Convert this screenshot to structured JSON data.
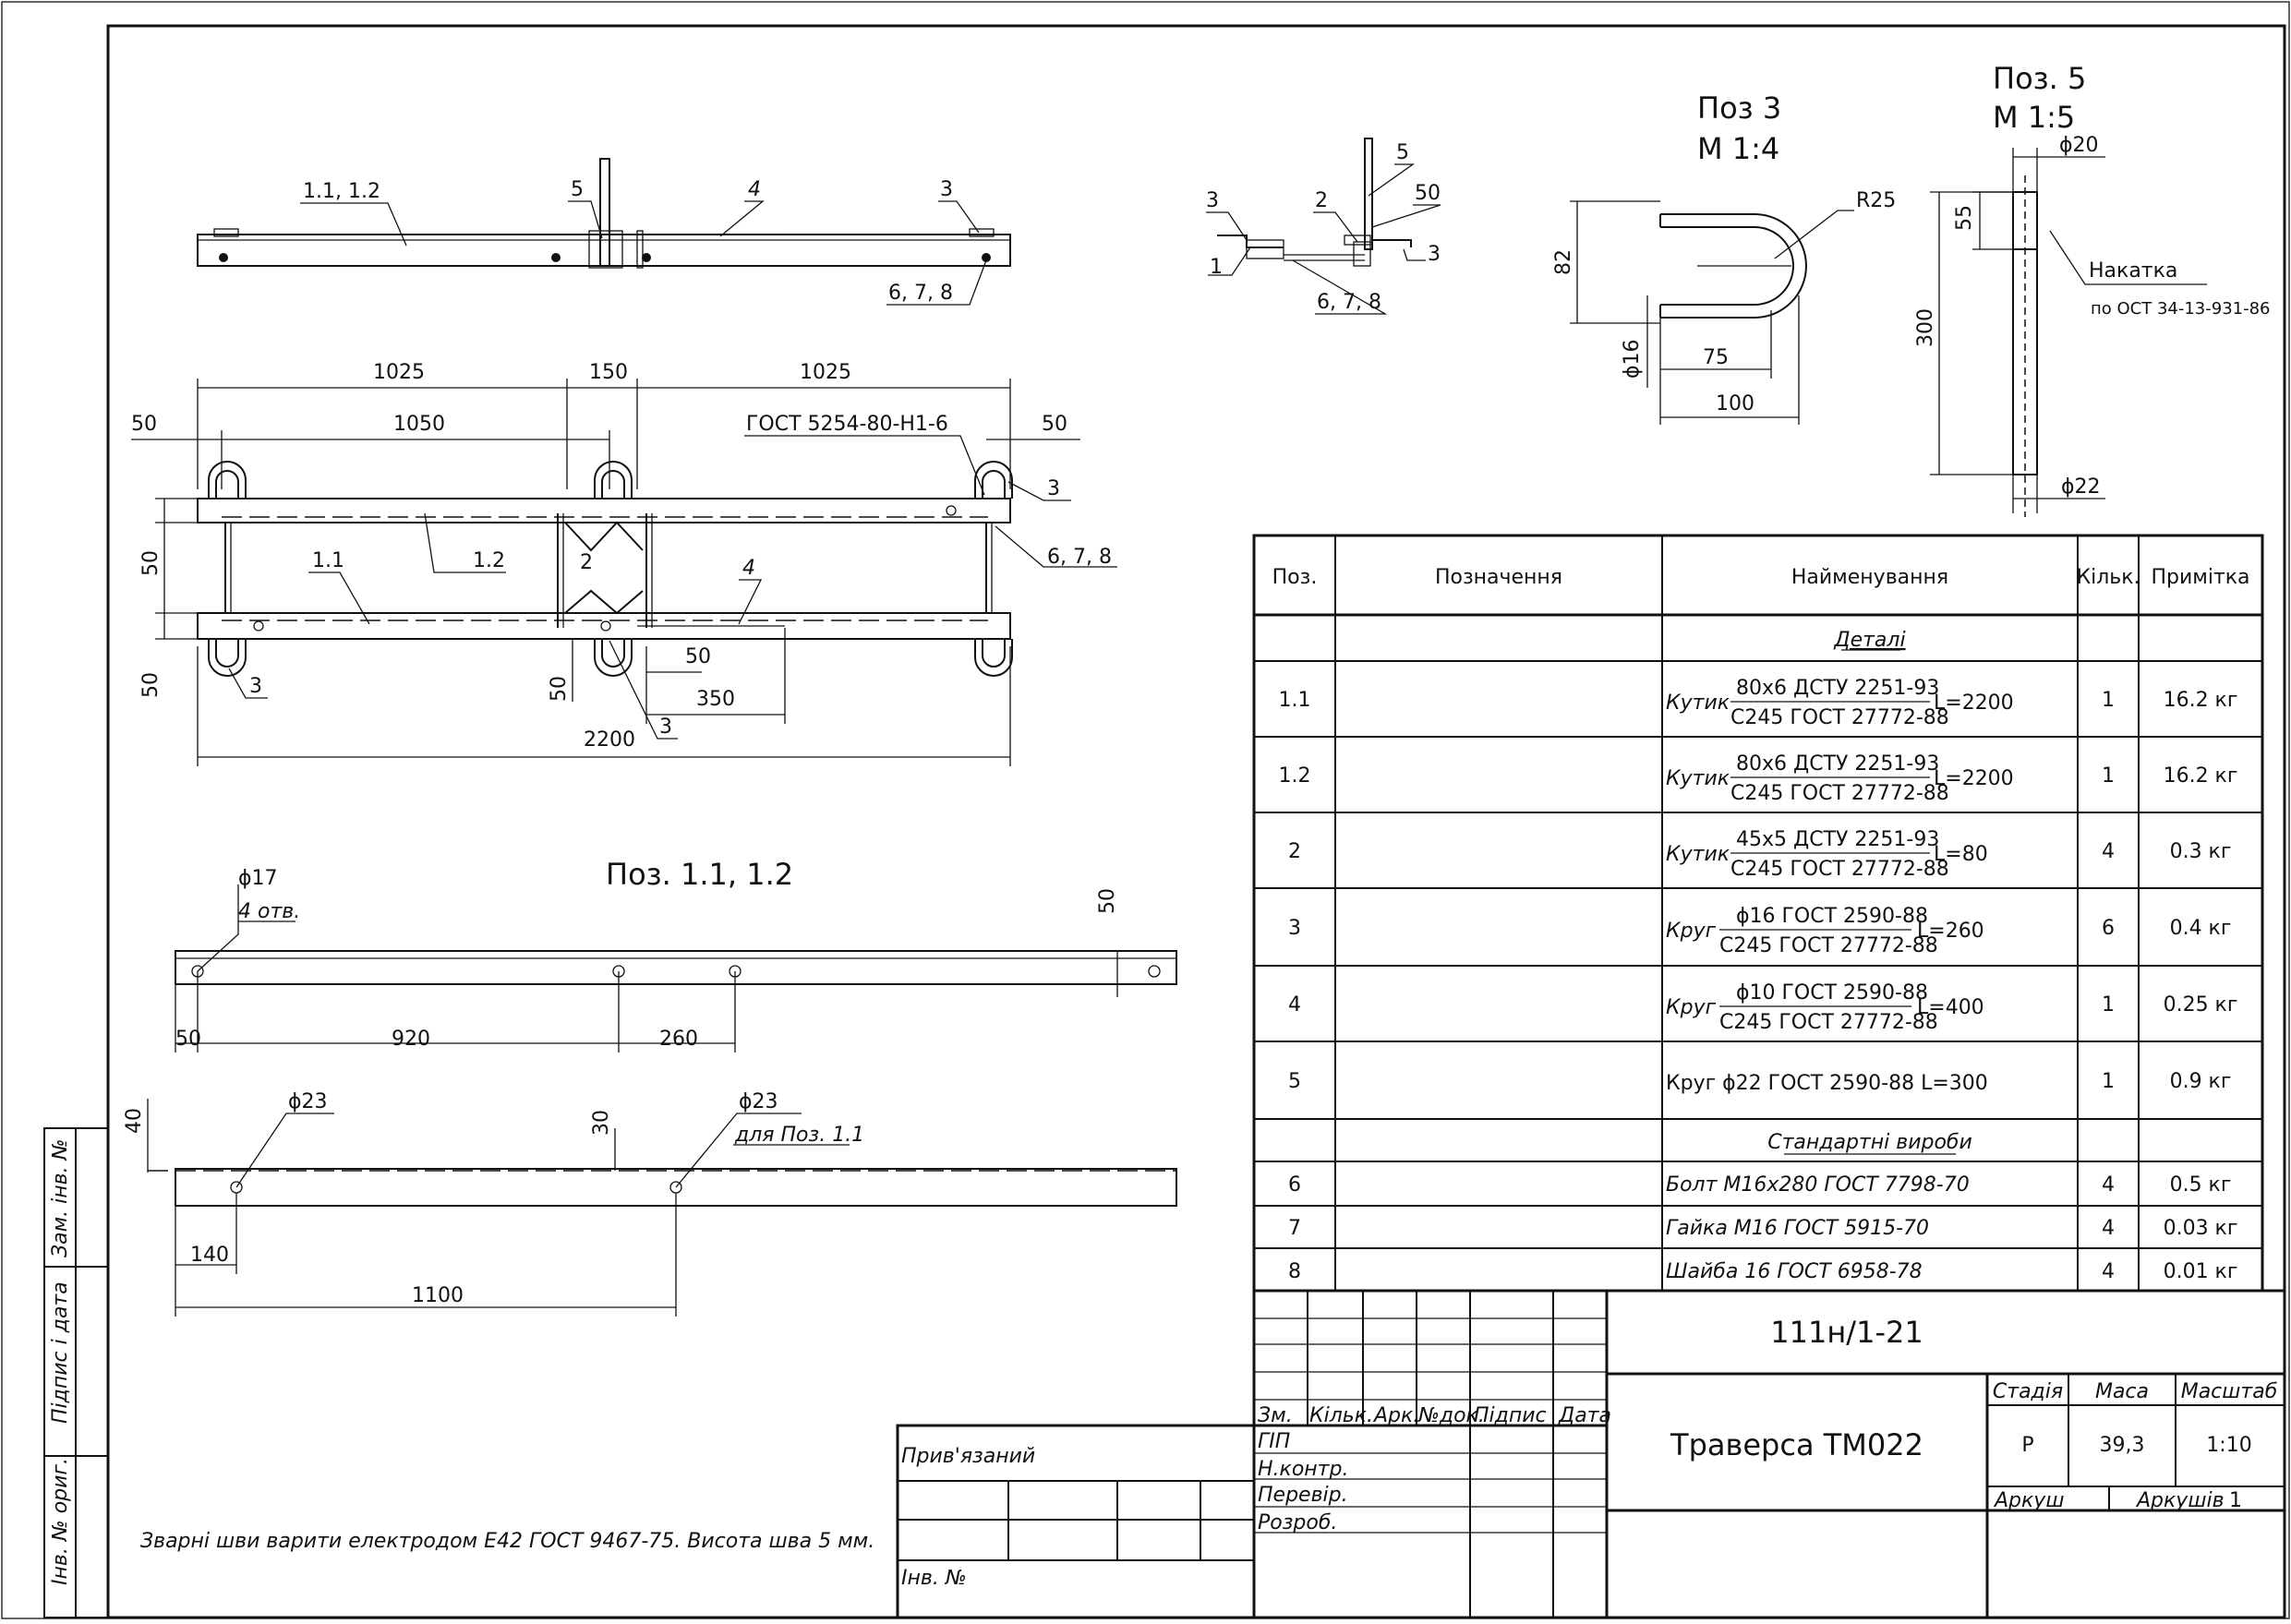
{
  "labels": {
    "top_11_12": "1.1, 1.2",
    "top_5": "5",
    "top_4": "4",
    "top_3": "3",
    "top_678": "6, 7, 8",
    "side_3a": "3",
    "side_2": "2",
    "side_5": "5",
    "side_50": "50",
    "side_3b": "3",
    "side_1": "1",
    "side_678": "6, 7, 8",
    "plan_1025a": "1025",
    "plan_150": "150",
    "plan_1025b": "1025",
    "plan_50a": "50",
    "plan_1050": "1050",
    "plan_gost": "ГОСТ 5254-80-Н1-6",
    "plan_50b": "50",
    "plan_3a": "3",
    "plan_12": "1.2",
    "plan_678": "6, 7, 8",
    "plan_50v1": "50",
    "plan_2": "2",
    "plan_11": "1.1",
    "plan_4": "4",
    "plan_50v2": "50",
    "plan_3b": "3",
    "plan_50c": "50",
    "plan_350": "350",
    "plan_50v3": "50",
    "plan_2200": "2200",
    "plan_3c": "3",
    "pos1_title": "Поз. 1.1, 1.2",
    "pos1_d17": "ϕ17",
    "pos1_holes": "4 отв.",
    "pos1_50v": "50",
    "pos1_50": "50",
    "pos1_920": "920",
    "pos1_260": "260",
    "pos1_40": "40",
    "pos1_d23a": "ϕ23",
    "pos1_30": "30",
    "pos1_d23b": "ϕ23",
    "pos1_for11": "для Поз. 1.1",
    "pos1_140": "140",
    "pos1_1100": "1100",
    "pos3_title1": "Поз 3",
    "pos3_title2": "М 1:4",
    "pos3_r25": "R25",
    "pos3_82": "82",
    "pos3_d16": "ϕ16",
    "pos3_75": "75",
    "pos3_100": "100",
    "pos5_title1": "Поз. 5",
    "pos5_title2": "М 1:5",
    "pos5_d20": "ϕ20",
    "pos5_55": "55",
    "pos5_knurl": "Накатка",
    "pos5_ost": "по ОСТ 34-13-931-86",
    "pos5_300": "300",
    "pos5_d22": "ϕ22",
    "note": "Зварні шви варити електродом Е42 ГОСТ 9467-75. Висота шва 5 мм."
  },
  "spec": {
    "headers": {
      "pos": "Поз.",
      "designation": "Позначення",
      "name": "Найменування",
      "qty": "Кільк.",
      "note": "Примітка"
    },
    "section_details": "Деталі",
    "section_standard": "Стандартні вироби",
    "rows": [
      {
        "pos": "1.1",
        "prefix": "Кутик",
        "num": "80х6 ДСТУ 2251-93",
        "den": "С245 ГОСТ 27772-88",
        "suffix": "L=2200",
        "qty": "1",
        "note": "16.2 кг"
      },
      {
        "pos": "1.2",
        "prefix": "Кутик",
        "num": "80х6 ДСТУ 2251-93",
        "den": "С245 ГОСТ 27772-88",
        "suffix": "L=2200",
        "qty": "1",
        "note": "16.2 кг"
      },
      {
        "pos": "2",
        "prefix": "Кутик",
        "num": "45х5 ДСТУ 2251-93",
        "den": "С245 ГОСТ 27772-88",
        "suffix": "L=80",
        "qty": "4",
        "note": "0.3 кг"
      },
      {
        "pos": "3",
        "prefix": "Круг",
        "num": "ϕ16 ГОСТ 2590-88",
        "den": "С245 ГОСТ 27772-88",
        "suffix": "L=260",
        "qty": "6",
        "note": "0.4 кг"
      },
      {
        "pos": "4",
        "prefix": "Круг",
        "num": "ϕ10 ГОСТ 2590-88",
        "den": "С245 ГОСТ 27772-88",
        "suffix": "L=400",
        "qty": "1",
        "note": "0.25 кг"
      },
      {
        "pos": "5",
        "text": "Круг ϕ22 ГОСТ 2590-88 L=300",
        "qty": "1",
        "note": "0.9 кг"
      }
    ],
    "std_rows": [
      {
        "pos": "6",
        "text": "Болт М16х280 ГОСТ 7798-70",
        "qty": "4",
        "note": "0.5 кг"
      },
      {
        "pos": "7",
        "text": "Гайка М16 ГОСТ 5915-70",
        "qty": "4",
        "note": "0.03 кг"
      },
      {
        "pos": "8",
        "text": "Шайба 16 ГОСТ 6958-78",
        "qty": "4",
        "note": "0.01 кг"
      }
    ]
  },
  "title_block": {
    "code": "111н/1-21",
    "title": "Траверса ТМ022",
    "col_zm": "Зм.",
    "col_qty": "Кільк.",
    "col_ark": "Арк.",
    "col_doc": "№док.",
    "col_sign": "Підпис",
    "col_date": "Дата",
    "gip": "ГІП",
    "nkontr": "Н.контр.",
    "perevir": "Перевір.",
    "rozrob": "Розроб.",
    "stadia_h": "Стадія",
    "masa_h": "Маса",
    "masht_h": "Масштаб",
    "stadia": "Р",
    "masa": "39,3",
    "masht": "1:10",
    "arkush_h": "Аркуш",
    "arkushiv_h": "Аркушів",
    "arkushiv": "1",
    "pryvyazanyi": "Прив'язаний",
    "inv": "Інв. №"
  },
  "margin": {
    "zam_inv": "Зам. інв. №",
    "pidpys": "Підпис і дата",
    "inv_orig": "Інв. № ориг."
  }
}
